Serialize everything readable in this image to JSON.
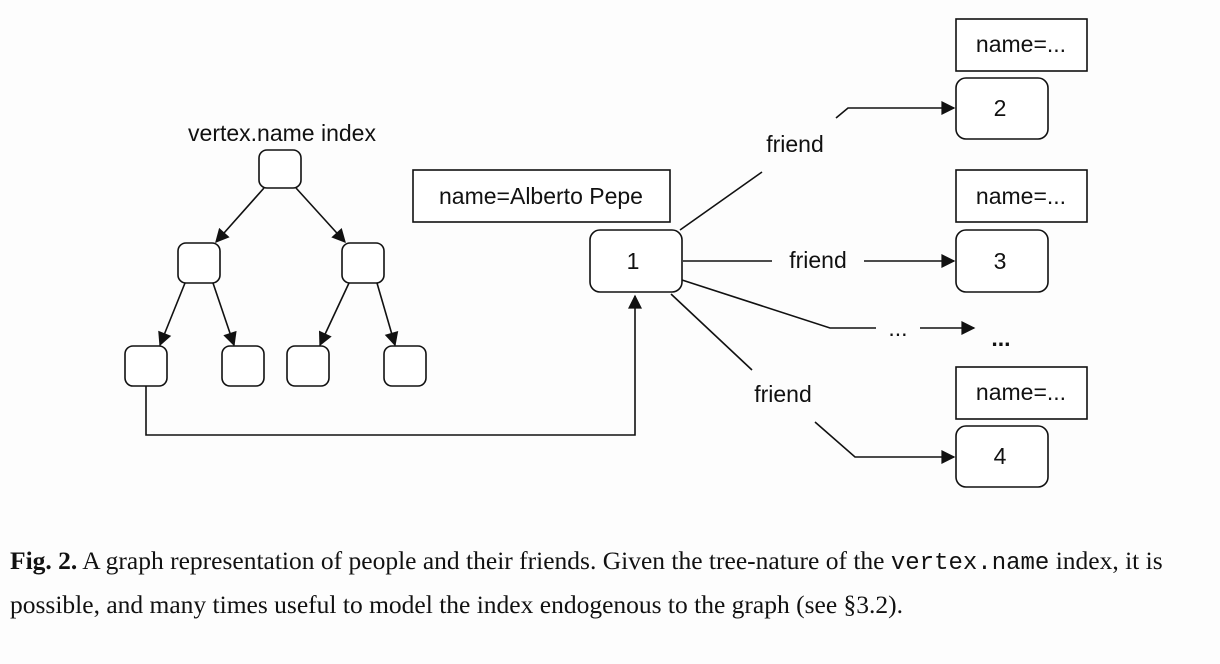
{
  "figure": {
    "index_title": "vertex.name index",
    "main_vertex_label": "1",
    "main_vertex_property": "name=Alberto Pepe",
    "edge_label": "friend",
    "ellipsis_edge_label": "...",
    "ellipsis_vertex": "...",
    "friends": [
      {
        "id": "2",
        "property": "name=..."
      },
      {
        "id": "3",
        "property": "name=..."
      },
      {
        "id": "4",
        "property": "name=..."
      }
    ]
  },
  "caption": {
    "label": "Fig. 2.",
    "text_part1": " A graph representation of people and their friends. Given the tree-nature of the ",
    "code_term": "vertex.name",
    "text_part2": " index, it is possible, and many times useful to model the index endogenous to the graph (see §3.2)."
  },
  "colors": {
    "ink": "#111111",
    "background": "#fdfdfd"
  }
}
